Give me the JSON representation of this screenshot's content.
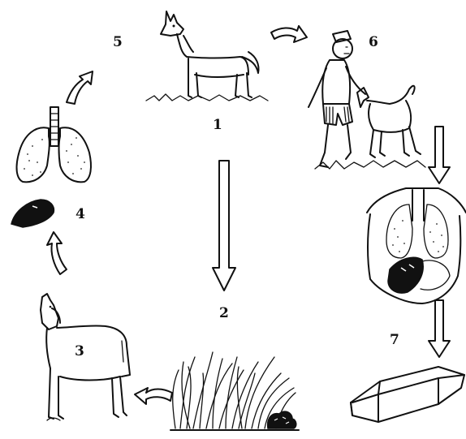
{
  "labels": {
    "n1": "1",
    "n2": "2",
    "n3": "3",
    "n4": "4",
    "n5": "5",
    "n6": "6",
    "n7": "7"
  },
  "icons": {
    "dog": "dog-icon",
    "boy_with_dog": "boy-with-dog-icon",
    "human_chest": "human-chest-organs-icon",
    "coffin": "coffin-icon",
    "grass": "grass-icon",
    "sheep": "sheep-icon",
    "liver": "liver-icon",
    "lungs": "lungs-icon"
  }
}
